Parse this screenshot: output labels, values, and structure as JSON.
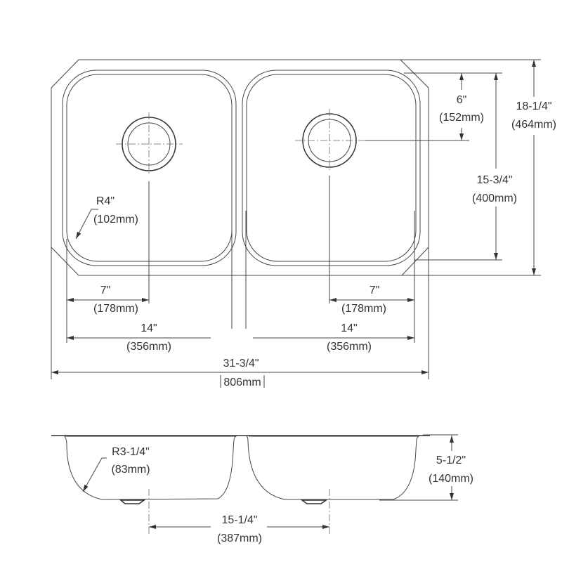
{
  "top_view": {
    "radius_label": "R4\"",
    "radius_mm": "(102mm)",
    "left_drain_offset": "7\"",
    "left_drain_offset_mm": "(178mm)",
    "right_drain_offset": "7\"",
    "right_drain_offset_mm": "(178mm)",
    "left_bowl_width": "14\"",
    "left_bowl_width_mm": "(356mm)",
    "right_bowl_width": "14\"",
    "right_bowl_width_mm": "(356mm)",
    "overall_width": "31-3/4\"",
    "overall_width_mm": "806mm",
    "drain_from_back": "6\"",
    "drain_from_back_mm": "(152mm)",
    "bowl_length": "15-3/4\"",
    "bowl_length_mm": "(400mm)",
    "overall_length": "18-1/4\"",
    "overall_length_mm": "(464mm)"
  },
  "side_view": {
    "radius_label": "R3-1/4\"",
    "radius_mm": "(83mm)",
    "depth": "5-1/2\"",
    "depth_mm": "(140mm)",
    "drain_spacing": "15-1/4\"",
    "drain_spacing_mm": "(387mm)"
  }
}
